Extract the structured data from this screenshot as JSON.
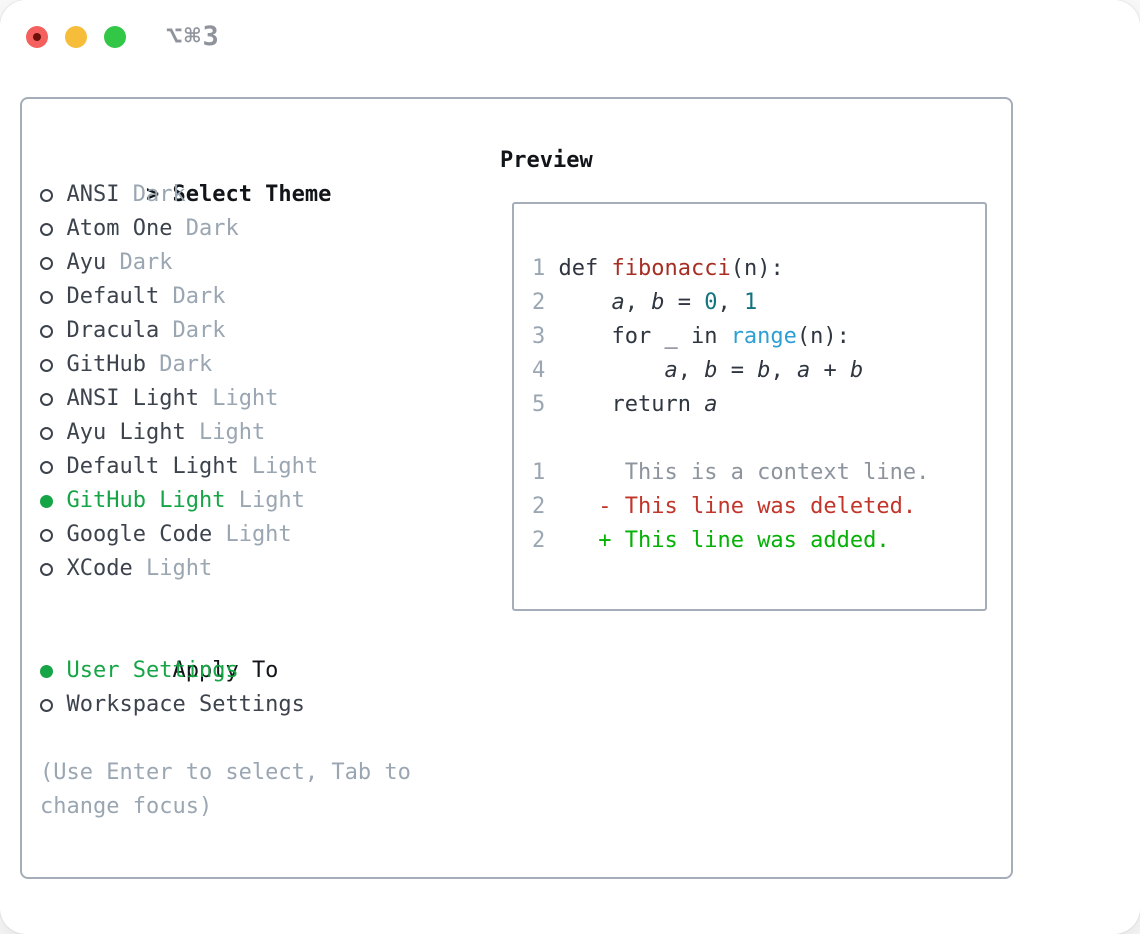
{
  "window": {
    "title": "⌥⌘3",
    "controls": [
      {
        "name": "close"
      },
      {
        "name": "minimize"
      },
      {
        "name": "maximize"
      }
    ]
  },
  "theme_picker": {
    "header_prefix": ">",
    "header_label": "Select Theme",
    "items": [
      {
        "name": "ANSI",
        "variant": "Dark",
        "selected": false
      },
      {
        "name": "Atom One",
        "variant": "Dark",
        "selected": false
      },
      {
        "name": "Ayu",
        "variant": "Dark",
        "selected": false
      },
      {
        "name": "Default",
        "variant": "Dark",
        "selected": false
      },
      {
        "name": "Dracula",
        "variant": "Dark",
        "selected": false
      },
      {
        "name": "GitHub",
        "variant": "Dark",
        "selected": false
      },
      {
        "name": "ANSI Light",
        "variant": "Light",
        "selected": false
      },
      {
        "name": "Ayu Light",
        "variant": "Light",
        "selected": false
      },
      {
        "name": "Default Light",
        "variant": "Light",
        "selected": false
      },
      {
        "name": "GitHub Light",
        "variant": "Light",
        "selected": true
      },
      {
        "name": "Google Code",
        "variant": "Light",
        "selected": false
      },
      {
        "name": "XCode",
        "variant": "Light",
        "selected": false
      }
    ],
    "apply_to_label": "Apply To",
    "apply_options": [
      {
        "name": "User Settings",
        "selected": true
      },
      {
        "name": "Workspace Settings",
        "selected": false
      }
    ],
    "help_lines": [
      "(Use Enter to select, Tab to",
      "change focus)"
    ]
  },
  "preview": {
    "label": "Preview",
    "code_lines": [
      {
        "num": "1",
        "tokens": [
          [
            "def ",
            "text"
          ],
          [
            "fibonacci",
            "fn"
          ],
          [
            "(n):",
            "text"
          ]
        ]
      },
      {
        "num": "2",
        "tokens": [
          [
            "    ",
            "text"
          ],
          [
            "a",
            "var"
          ],
          [
            ", ",
            "text"
          ],
          [
            "b",
            "var"
          ],
          [
            " = ",
            "text"
          ],
          [
            "0",
            "num"
          ],
          [
            ", ",
            "text"
          ],
          [
            "1",
            "num"
          ]
        ]
      },
      {
        "num": "3",
        "tokens": [
          [
            "    for _ in ",
            "text"
          ],
          [
            "range",
            "bi"
          ],
          [
            "(n):",
            "text"
          ]
        ]
      },
      {
        "num": "4",
        "tokens": [
          [
            "        ",
            "text"
          ],
          [
            "a",
            "var"
          ],
          [
            ", ",
            "text"
          ],
          [
            "b",
            "var"
          ],
          [
            " = ",
            "text"
          ],
          [
            "b",
            "var"
          ],
          [
            ", ",
            "text"
          ],
          [
            "a",
            "var"
          ],
          [
            " + ",
            "text"
          ],
          [
            "b",
            "var"
          ]
        ]
      },
      {
        "num": "5",
        "tokens": [
          [
            "    return ",
            "text"
          ],
          [
            "a",
            "var"
          ]
        ]
      },
      {
        "num": "",
        "tokens": []
      },
      {
        "num": "1",
        "tokens": [
          [
            "     This is a context line.",
            "ctx"
          ]
        ]
      },
      {
        "num": "2",
        "tokens": [
          [
            "   ",
            "text"
          ],
          [
            "- This line was deleted.",
            "del"
          ]
        ]
      },
      {
        "num": "2",
        "tokens": [
          [
            "   ",
            "text"
          ],
          [
            "+ This line was added.",
            "add"
          ]
        ]
      }
    ]
  },
  "colors": {
    "light-close": "#f4605d",
    "light-close-dot": "#6d100c",
    "light-minimize": "#f6bd3a",
    "light-maximize": "#33c748",
    "title-gray": "#8f949c",
    "panel-border": "#a5adb9",
    "header-black": "#111418",
    "item-dark": "#3c434d",
    "dim-gray": "#9aa6b2",
    "selection-green": "#16a546",
    "code-text": "#2f3640",
    "line-number": "#9aa6b2",
    "fn-red": "#a72e25",
    "num-teal": "#11737f",
    "builtin-blue": "#2e9fd4",
    "ctx-gray": "#8d949d",
    "del-red": "#c2352b",
    "add-green": "#04b104"
  }
}
